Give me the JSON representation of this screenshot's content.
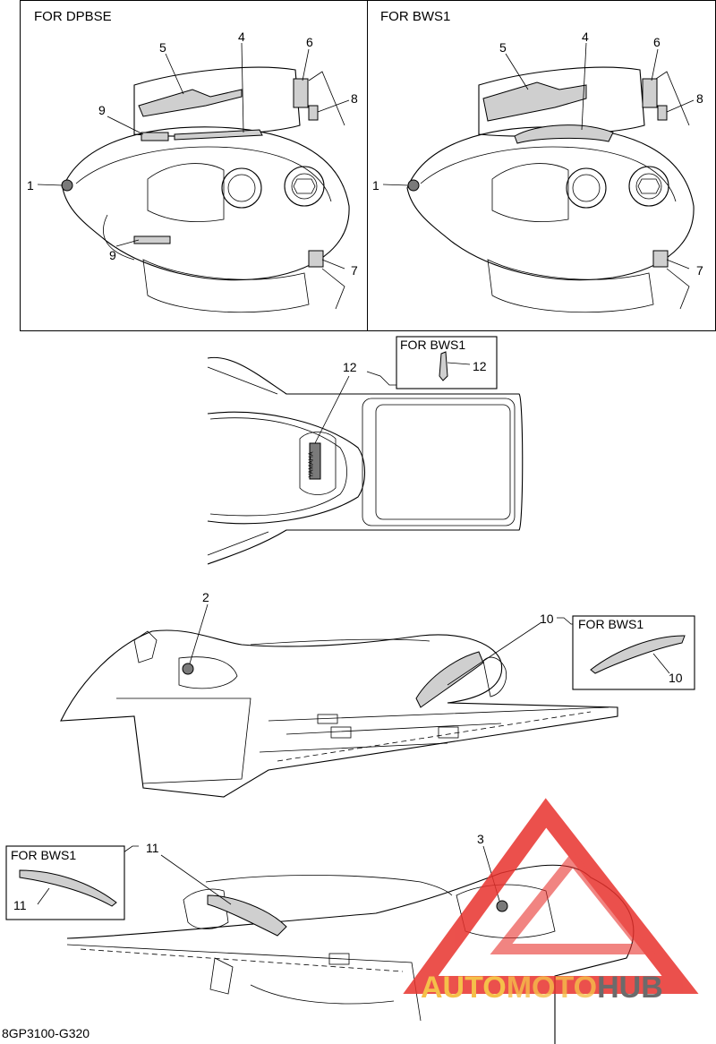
{
  "panels": {
    "left_title": "FOR DPBSE",
    "right_title": "FOR BWS1",
    "seat_title": "FOR BWS1",
    "side_title": "FOR BWS1",
    "rear_title": "FOR BWS1"
  },
  "callouts": {
    "l1": "1",
    "l4": "4",
    "l5": "5",
    "l6": "6",
    "l7": "7",
    "l8": "8",
    "l9a": "9",
    "l9b": "9",
    "r1": "1",
    "r4": "4",
    "r5": "5",
    "r6": "6",
    "r7": "7",
    "r8": "8",
    "s12a": "12",
    "s12b": "12",
    "p2": "2",
    "p10a": "10",
    "p10b": "10",
    "p3": "3",
    "p11a": "11",
    "p11b": "11"
  },
  "decal_text": "YAMAHA",
  "diagram_code": "8GP3100-G320",
  "watermark": {
    "part1": "AUTO",
    "part2": "MOTO",
    "part3": "HUB",
    "color_red": "#e8322d",
    "color_gold": "#f5c04a",
    "color_gray": "#6b6b6b"
  }
}
